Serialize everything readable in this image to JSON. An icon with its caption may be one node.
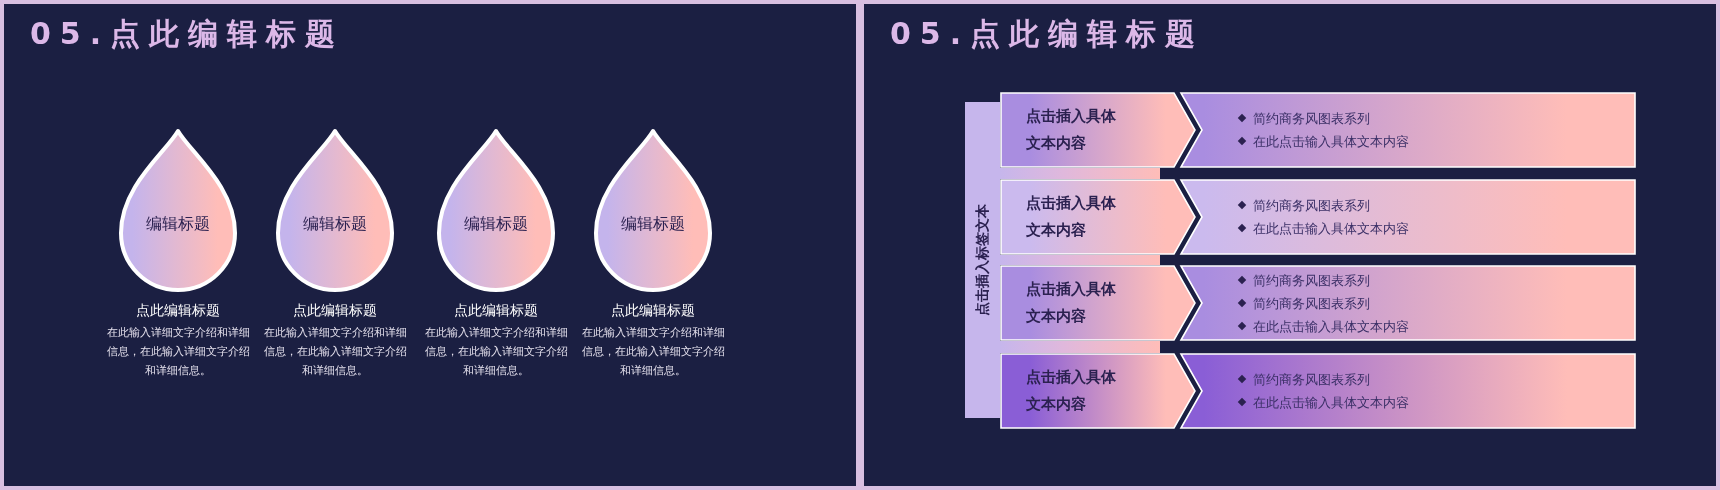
{
  "diagram": {
    "title": "05.点此编辑标题",
    "nodes": [
      {
        "text": [
          "编辑标题"
        ],
        "beside": [
          "点此编辑标题",
          "在此输入详细文字介绍和详细信息，在此输入详细文字介绍和详细信息。"
        ]
      },
      {
        "text": [
          "编辑标题"
        ],
        "beside": [
          "点此编辑标题",
          "在此输入详细文字介绍和详细信息，在此输入详细文字介绍和详细信息。"
        ]
      },
      {
        "text": [
          "编辑标题"
        ],
        "beside": [
          "点此编辑标题",
          "在此输入详细文字介绍和详细信息，在此输入详细文字介绍和详细信息。"
        ]
      },
      {
        "text": [
          "编辑标题"
        ],
        "beside": [
          "点此编辑标题",
          "在此输入详细文字介绍和详细信息，在此输入详细文字介绍和详细信息。"
        ]
      },
      {
        "text": [
          "点击插入标签文本"
        ]
      },
      {
        "text": [
          "点击插入具体文本内容"
        ]
      },
      {
        "text": [
          "简约商务风图表系列",
          "在此点击输入具体文本内容"
        ]
      },
      {
        "text": [
          "点击插入具体文本内容"
        ]
      },
      {
        "text": [
          "简约商务风图表系列",
          "在此点击输入具体文本内容"
        ]
      },
      {
        "text": [
          "点击插入具体文本内容"
        ]
      },
      {
        "text": [
          "简约商务风图表系列",
          "简约商务风图表系列",
          "在此点击输入具体文本内容"
        ]
      },
      {
        "text": [
          "点击插入具体文本内容"
        ]
      },
      {
        "text": [
          "简约商务风图表系列",
          "在此点击输入具体文本内容"
        ]
      }
    ],
    "labels": [
      "05.点此编辑标题"
    ]
  }
}
